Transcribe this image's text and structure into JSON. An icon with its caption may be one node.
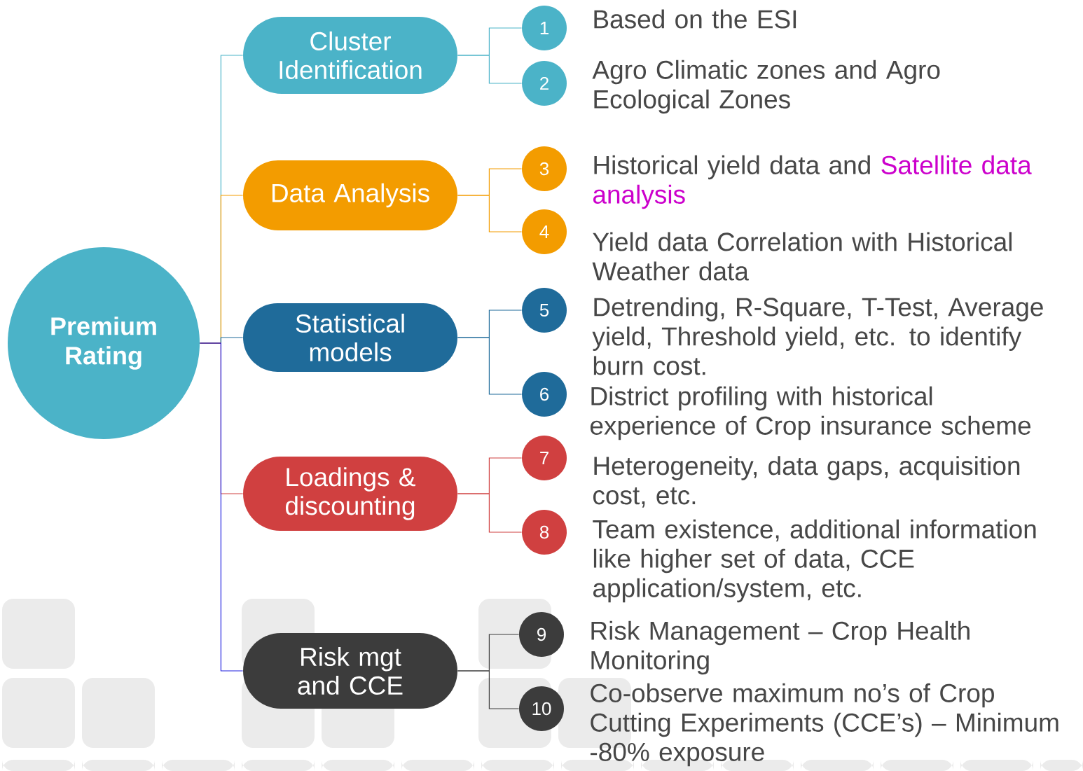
{
  "diagram": {
    "nodes": [
      {
        "text": [
          "Premium Rating"
        ]
      },
      {
        "text": [
          "Cluster Identification"
        ]
      },
      {
        "text": [
          "Data Analysis"
        ]
      },
      {
        "text": [
          "Statistical models"
        ]
      },
      {
        "text": [
          "Loadings & discounting"
        ]
      },
      {
        "text": [
          "Risk mgt and CCE"
        ]
      },
      {
        "text": [
          "1"
        ],
        "beside": [
          "Based on the ESI"
        ]
      },
      {
        "text": [
          "2"
        ],
        "beside": [
          "Agro Climatic zones and Agro Ecological Zones"
        ]
      },
      {
        "text": [
          "3"
        ],
        "beside": [
          "Historical yield data and",
          "Satellite data analysis"
        ]
      },
      {
        "text": [
          "4"
        ],
        "beside": [
          "Yield data Correlation with Historical Weather data"
        ]
      },
      {
        "text": [
          "5"
        ],
        "beside": [
          "Detrending, R-Square, T-Test, Average yield, Threshold yield, etc. to identify burn cost."
        ]
      },
      {
        "text": [
          "6"
        ],
        "beside": [
          "District profiling with historical experience of Crop insurance scheme"
        ]
      },
      {
        "text": [
          "7"
        ],
        "beside": [
          "Heterogeneity, data gaps, acquisition cost, etc."
        ]
      },
      {
        "text": [
          "8"
        ],
        "beside": [
          "Team existence, additional information like higher set of data, CCE application/system, etc."
        ]
      },
      {
        "text": [
          "9"
        ],
        "beside": [
          "Risk Management – Crop Health Monitoring"
        ]
      },
      {
        "text": [
          "10"
        ],
        "beside": [
          "Co-observe maximum no’s of Crop Cutting Experiments (CCE’s) – Minimum -80% exposure"
        ]
      }
    ],
    "edges": [
      {
        "from": 0,
        "to": 1,
        "arrow": "none",
        "color": "#4bb3c8"
      },
      {
        "from": 0,
        "to": 2,
        "arrow": "none",
        "color": "#f39c00"
      },
      {
        "from": 0,
        "to": 3,
        "arrow": "none",
        "color": "#1f6b9a"
      },
      {
        "from": 0,
        "to": 4,
        "arrow": "none",
        "color": "#d04040"
      },
      {
        "from": 0,
        "to": 5,
        "arrow": "none",
        "color": "#2020e0"
      },
      {
        "from": 1,
        "to": 6,
        "arrow": "none",
        "color": "#4bb3c8"
      },
      {
        "from": 1,
        "to": 7,
        "arrow": "none",
        "color": "#4bb3c8"
      },
      {
        "from": 2,
        "to": 8,
        "arrow": "none",
        "color": "#f39c00"
      },
      {
        "from": 2,
        "to": 9,
        "arrow": "none",
        "color": "#f39c00"
      },
      {
        "from": 3,
        "to": 10,
        "arrow": "none",
        "color": "#1f6b9a"
      },
      {
        "from": 3,
        "to": 11,
        "arrow": "none",
        "color": "#1f6b9a"
      },
      {
        "from": 4,
        "to": 12,
        "arrow": "none",
        "color": "#d04040"
      },
      {
        "from": 4,
        "to": 13,
        "arrow": "none",
        "color": "#d04040"
      },
      {
        "from": 5,
        "to": 14,
        "arrow": "none",
        "color": "#3c3c3c"
      },
      {
        "from": 5,
        "to": 15,
        "arrow": "none",
        "color": "#3c3c3c"
      }
    ]
  }
}
